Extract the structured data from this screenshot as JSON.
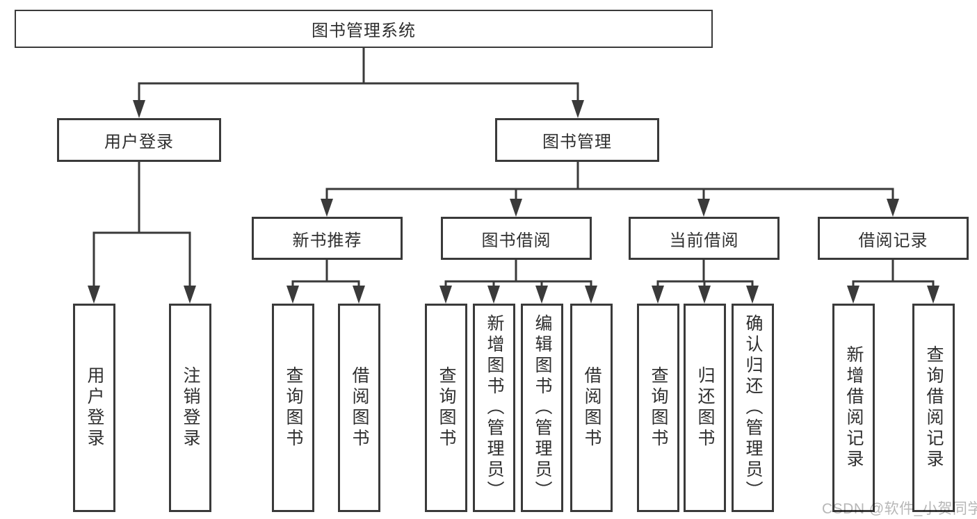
{
  "tree": {
    "label": "图书管理系统",
    "children": [
      {
        "label": "用户登录",
        "children": [
          {
            "label": "用户登录"
          },
          {
            "label": "注销登录"
          }
        ]
      },
      {
        "label": "图书管理",
        "children": [
          {
            "label": "新书推荐",
            "children": [
              {
                "label": "查询图书"
              },
              {
                "label": "借阅图书"
              }
            ]
          },
          {
            "label": "图书借阅",
            "children": [
              {
                "label": "查询图书"
              },
              {
                "label": "新增图书（管理员）"
              },
              {
                "label": "编辑图书（管理员）"
              },
              {
                "label": "借阅图书"
              }
            ]
          },
          {
            "label": "当前借阅",
            "children": [
              {
                "label": "查询图书"
              },
              {
                "label": "归还图书"
              },
              {
                "label": "确认归还（管理员）"
              }
            ]
          },
          {
            "label": "借阅记录",
            "children": [
              {
                "label": "新增借阅记录"
              },
              {
                "label": "查询借阅记录"
              }
            ]
          }
        ]
      }
    ]
  },
  "watermark": "CSDN @软件_小贺同学",
  "colors": {
    "line": "#3a3a3a",
    "text": "#2f2f2f",
    "watermark": "#b7b7b7",
    "background": "#ffffff"
  }
}
